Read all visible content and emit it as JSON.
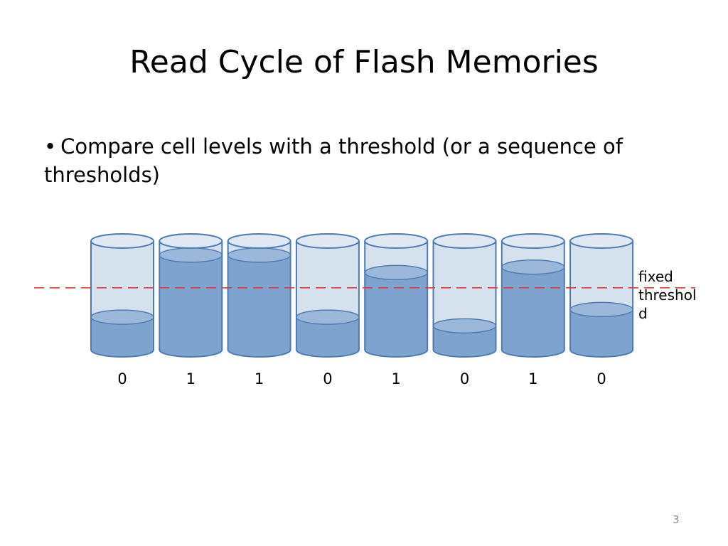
{
  "slide": {
    "title": "Read Cycle of Flash Memories",
    "bullet_marker": "•",
    "bullet_text": "Compare cell levels with a threshold (or a sequence of thresholds)",
    "threshold_label": "fixed\nthreshol\nd",
    "page_number": "3"
  },
  "diagram": {
    "cell_count": 8,
    "cells": [
      {
        "bit": "0",
        "level": 0.3
      },
      {
        "bit": "1",
        "level": 0.87
      },
      {
        "bit": "1",
        "level": 0.87
      },
      {
        "bit": "0",
        "level": 0.3
      },
      {
        "bit": "1",
        "level": 0.71
      },
      {
        "bit": "0",
        "level": 0.22
      },
      {
        "bit": "1",
        "level": 0.76
      },
      {
        "bit": "0",
        "level": 0.37
      }
    ],
    "threshold_level": 0.57,
    "colors": {
      "cylinder_empty": "#d6e1ee",
      "cylinder_fill": "#7fa3cf",
      "cylinder_fill_top": "#9bb8db",
      "cylinder_outline": "#4f7bb1",
      "threshold_line": "#e23b3b"
    }
  }
}
